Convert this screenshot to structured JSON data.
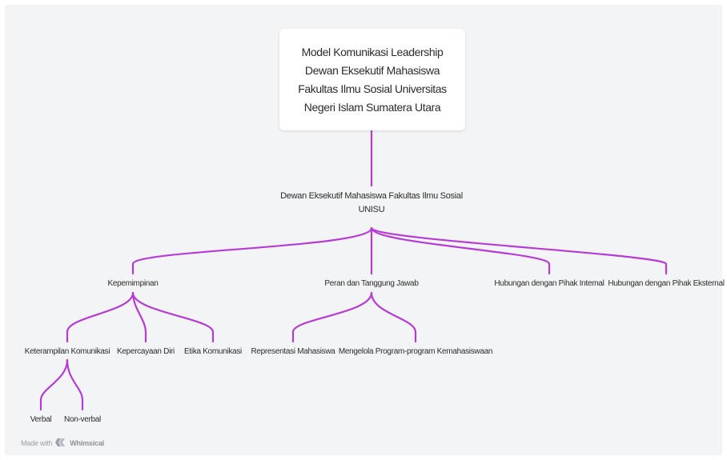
{
  "diagram": {
    "root": "Model Komunikasi Leadership Dewan Eksekutif Mahasiswa Fakultas Ilmu Sosial Universitas Negeri Islam Sumatera Utara",
    "level1": "Dewan Eksekutif Mahasiswa Fakultas Ilmu Sosial UNISU",
    "branches": {
      "kepemimpinan": "Kepemimpinan",
      "peran": "Peran dan Tanggung Jawab",
      "internal": "Hubungan dengan Pihak Internal",
      "eksternal": "Hubungan dengan Pihak Eksternal"
    },
    "kepemimpinan_children": {
      "keterampilan": "Keterampilan Komunikasi",
      "kepercayaan": "Kepercayaan Diri",
      "etika": "Etika Komunikasi"
    },
    "peran_children": {
      "representasi": "Representasi Mahasiswa",
      "program": "Mengelola Program-program Kemahasiswaan"
    },
    "keterampilan_children": {
      "verbal": "Verbal",
      "nonverbal": "Non-verbal"
    },
    "link_color": "#b63ad6"
  },
  "footer": {
    "made_with": "Made with",
    "brand": "Whimsical"
  }
}
